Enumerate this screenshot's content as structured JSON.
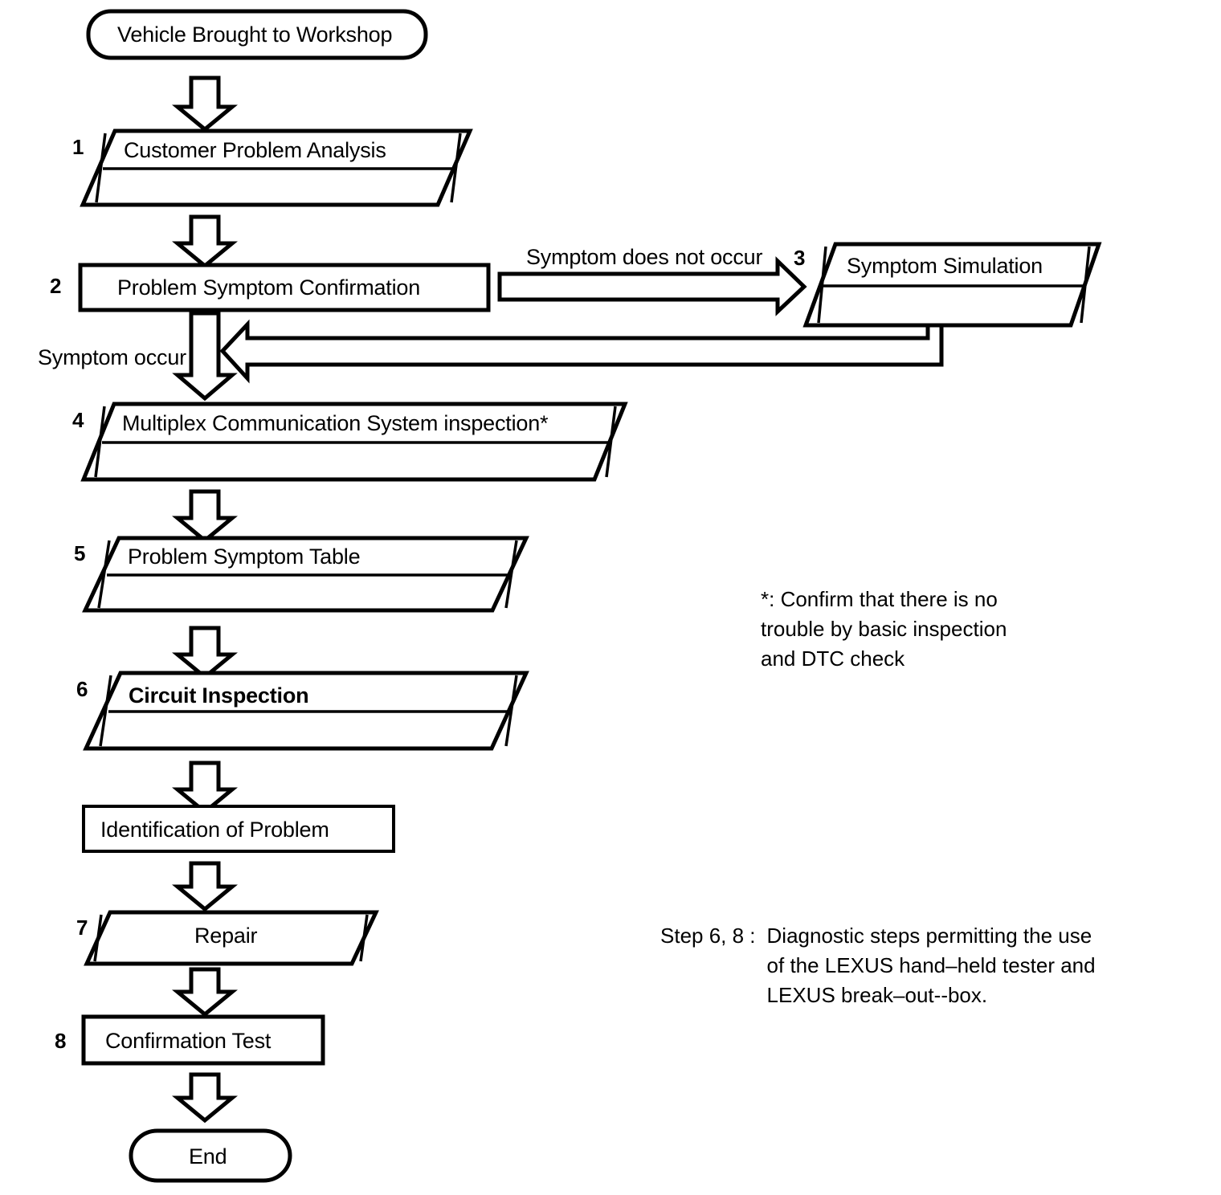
{
  "diagram": {
    "title": "Troubleshooting / Diagnostic Flowchart",
    "type": "flowchart",
    "background_color": "#ffffff",
    "line_color": "#000000",
    "nodes": [
      {
        "id": "start",
        "step": "",
        "label": "Vehicle Brought to Workshop",
        "shape": "stadium",
        "bold": false
      },
      {
        "id": "n1",
        "step": "1",
        "label": "Customer Problem Analysis",
        "shape": "document-parallelogram",
        "bold": false
      },
      {
        "id": "n2",
        "step": "2",
        "label": "Problem Symptom Confirmation",
        "shape": "rectangle",
        "bold": false
      },
      {
        "id": "n3",
        "step": "3",
        "label": "Symptom Simulation",
        "shape": "document-parallelogram",
        "bold": false
      },
      {
        "id": "n4",
        "step": "4",
        "label": "Multiplex Communication System inspection*",
        "shape": "document-parallelogram",
        "bold": false
      },
      {
        "id": "n5",
        "step": "5",
        "label": "Problem Symptom Table",
        "shape": "document-parallelogram",
        "bold": false
      },
      {
        "id": "n6",
        "step": "6",
        "label": "Circuit Inspection",
        "shape": "document-parallelogram",
        "bold": true
      },
      {
        "id": "ident",
        "step": "",
        "label": "Identification of Problem",
        "shape": "rectangle-thin",
        "bold": false
      },
      {
        "id": "n7",
        "step": "7",
        "label": "Repair",
        "shape": "parallelogram",
        "bold": false
      },
      {
        "id": "n8",
        "step": "8",
        "label": "Confirmation Test",
        "shape": "rectangle",
        "bold": false
      },
      {
        "id": "end",
        "step": "",
        "label": "End",
        "shape": "stadium",
        "bold": false
      }
    ],
    "edge_labels": [
      {
        "id": "no-occur",
        "text": "Symptom does not occur"
      },
      {
        "id": "occur",
        "text": "Symptom occur"
      }
    ],
    "notes": [
      {
        "id": "asterisk-note",
        "text": "*: Confirm that there is no\ntrouble by basic inspection\nand DTC check"
      }
    ],
    "step_note": {
      "id": "step-note",
      "head": "Step 6, 8 :",
      "body": "Diagnostic steps permitting the use\nof the LEXUS hand–held tester and\nLEXUS break–out--box."
    }
  }
}
